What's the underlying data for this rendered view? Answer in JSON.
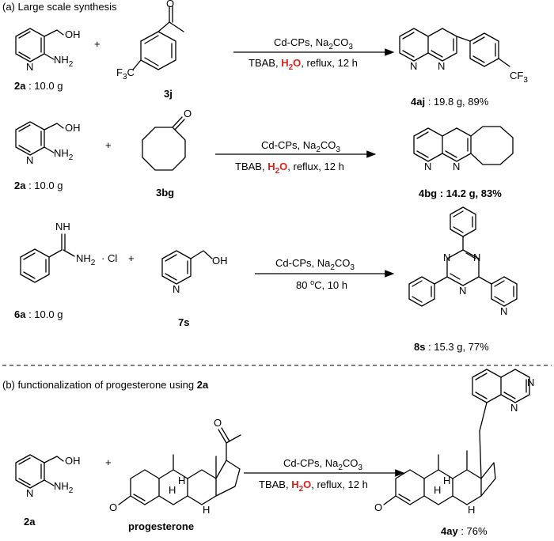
{
  "section_a": {
    "title": "(a) Large scale synthesis"
  },
  "section_b": {
    "title_prefix": "(b) functionalization of progesterone using ",
    "title_bold": "2a"
  },
  "atoms": {
    "oh": "OH",
    "nh2_n": "NH",
    "two": "2",
    "n": "N",
    "o": "O",
    "f3c_f": "F",
    "f3c_3": "3",
    "f3c_c": "C",
    "cf3_cf": "CF",
    "cf3_3": "3",
    "nh": "NH",
    "cl": "· Cl",
    "h": "H",
    "plus": "+"
  },
  "rows": [
    {
      "reactant1": {
        "id": "2a",
        "amount": " : 10.0 g"
      },
      "reactant2": {
        "id": "3j"
      },
      "cond1_a": "Cd-CPs, Na",
      "cond1_sub": "2",
      "cond1_b": "CO",
      "cond1_sub2": "3",
      "cond2_a": "TBAB, ",
      "cond2_h": "H",
      "cond2_sub": "2",
      "cond2_o": "O",
      "cond2_b": ",  reflux, 12 h",
      "product": {
        "id": "4aj",
        "amount": " : 19.8 g, 89%"
      }
    },
    {
      "reactant1": {
        "id": "2a",
        "amount": " : 10.0 g"
      },
      "reactant2": {
        "id": "3bg"
      },
      "cond1_a": "Cd-CPs, Na",
      "cond1_sub": "2",
      "cond1_b": "CO",
      "cond1_sub2": "3",
      "cond2_a": "TBAB, ",
      "cond2_h": "H",
      "cond2_sub": "2",
      "cond2_o": "O",
      "cond2_b": ",  reflux, 12 h",
      "product": {
        "id": "4bg",
        "amount": " : 14.2 g, 83%"
      }
    },
    {
      "reactant1": {
        "id": "6a",
        "amount": " : 10.0 g"
      },
      "reactant2": {
        "id": "7s"
      },
      "cond1_a": "Cd-CPs, Na",
      "cond1_sub": "2",
      "cond1_b": "CO",
      "cond1_sub2": "3",
      "cond2_a": "80 ",
      "cond2_deg": "o",
      "cond2_b": "C, 10 h",
      "product": {
        "id": "8s",
        "amount": " : 15.3 g, 77%"
      }
    },
    {
      "reactant1": {
        "id": "2a"
      },
      "reactant2": {
        "id": "progesterone"
      },
      "cond1_a": "Cd-CPs, Na",
      "cond1_sub": "2",
      "cond1_b": "CO",
      "cond1_sub2": "3",
      "cond2_a": "TBAB, ",
      "cond2_h": "H",
      "cond2_sub": "2",
      "cond2_o": "O",
      "cond2_b": ",  reflux, 12 h",
      "product": {
        "id": "4ay",
        "amount": " : 76%"
      }
    }
  ]
}
